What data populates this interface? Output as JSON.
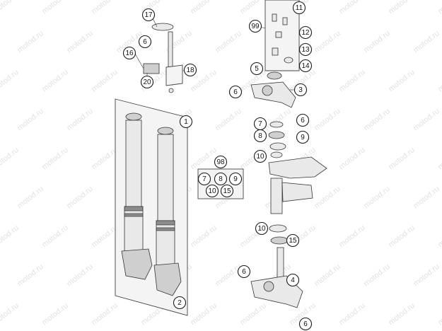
{
  "watermark": "motod.ru",
  "callouts": [
    {
      "id": "17",
      "label": "17"
    },
    {
      "id": "6a",
      "label": "6"
    },
    {
      "id": "16",
      "label": "16"
    },
    {
      "id": "18",
      "label": "18"
    },
    {
      "id": "20",
      "label": "20"
    },
    {
      "id": "1",
      "label": "1"
    },
    {
      "id": "2",
      "label": "2"
    },
    {
      "id": "98",
      "label": "98"
    },
    {
      "id": "k7",
      "label": "7"
    },
    {
      "id": "k8",
      "label": "8"
    },
    {
      "id": "k9",
      "label": "9"
    },
    {
      "id": "k10",
      "label": "10"
    },
    {
      "id": "k15",
      "label": "15"
    },
    {
      "id": "11",
      "label": "11"
    },
    {
      "id": "99",
      "label": "99"
    },
    {
      "id": "12",
      "label": "12"
    },
    {
      "id": "13",
      "label": "13"
    },
    {
      "id": "14",
      "label": "14"
    },
    {
      "id": "5",
      "label": "5"
    },
    {
      "id": "3",
      "label": "3"
    },
    {
      "id": "6b",
      "label": "6"
    },
    {
      "id": "6c",
      "label": "6"
    },
    {
      "id": "7",
      "label": "7"
    },
    {
      "id": "8",
      "label": "8"
    },
    {
      "id": "9",
      "label": "9"
    },
    {
      "id": "10a",
      "label": "10"
    },
    {
      "id": "10b",
      "label": "10"
    },
    {
      "id": "15",
      "label": "15"
    },
    {
      "id": "6d",
      "label": "6"
    },
    {
      "id": "4",
      "label": "4"
    },
    {
      "id": "6e",
      "label": "6"
    }
  ]
}
